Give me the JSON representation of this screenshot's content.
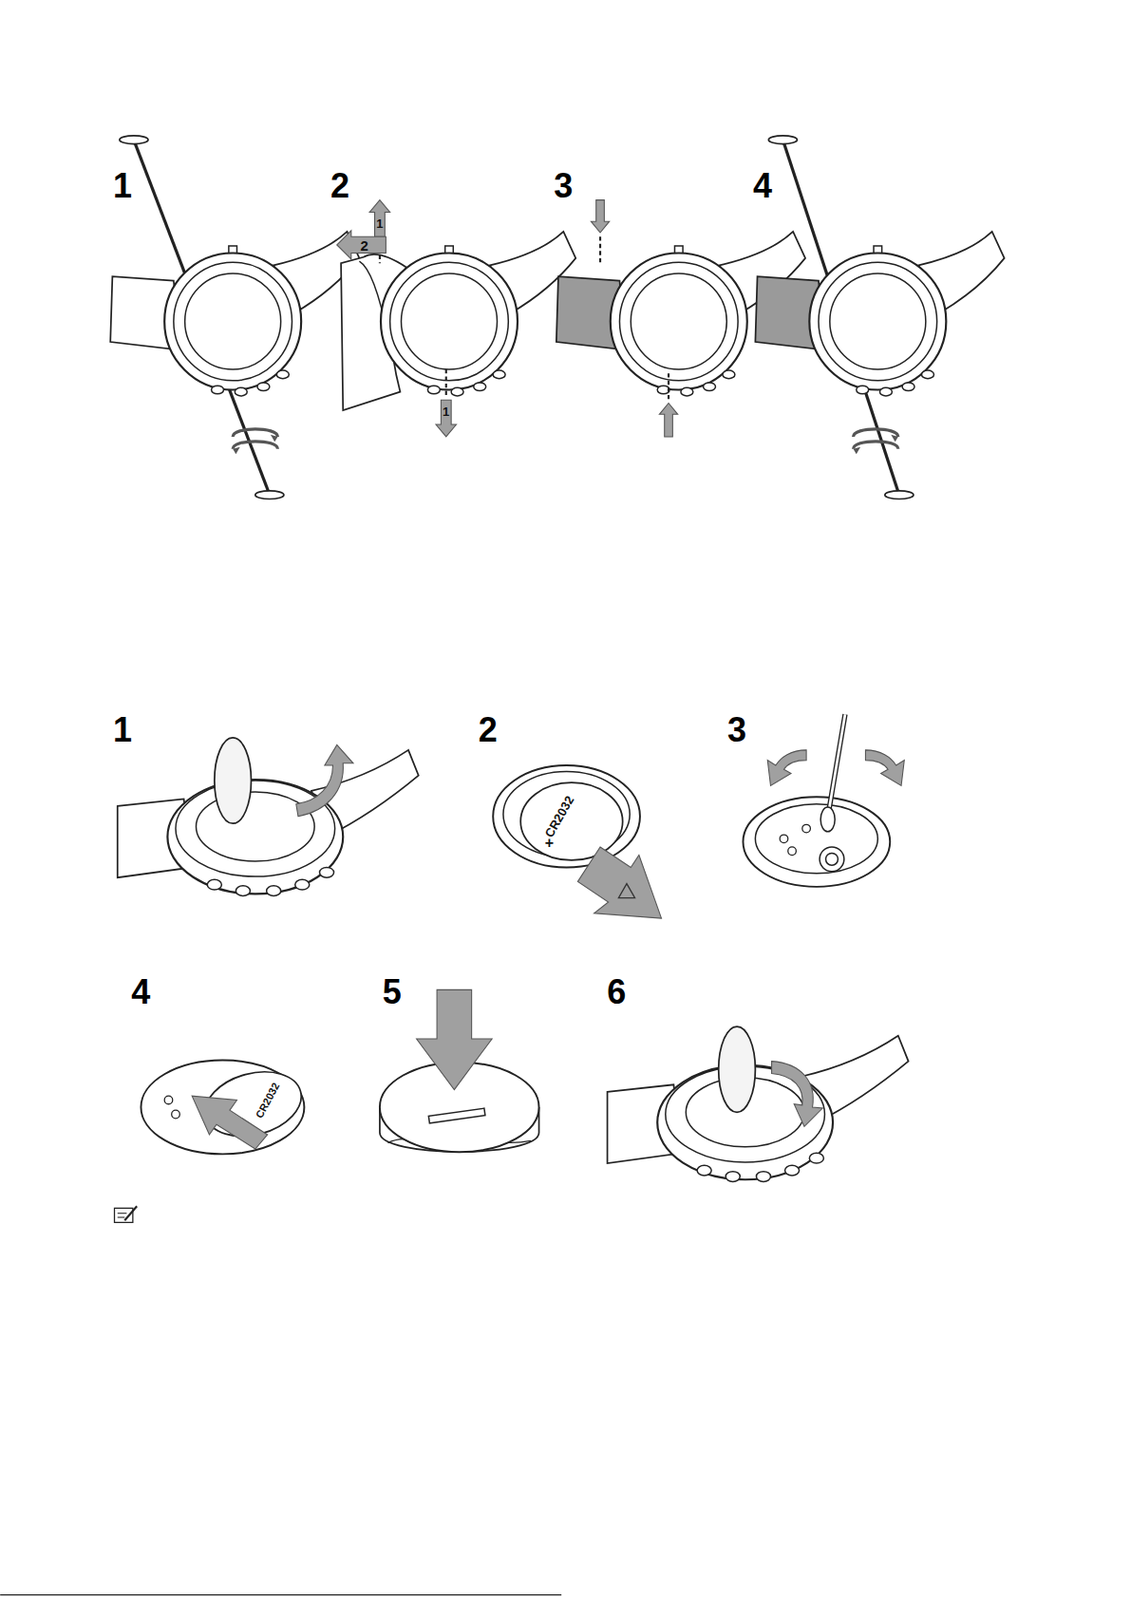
{
  "diagram": {
    "labels": [
      "1",
      "2",
      "1",
      "1",
      "2",
      "3",
      "4",
      "1",
      "2",
      "CR2032",
      "+",
      "3",
      "4",
      "CR2032",
      "5",
      "6"
    ]
  }
}
